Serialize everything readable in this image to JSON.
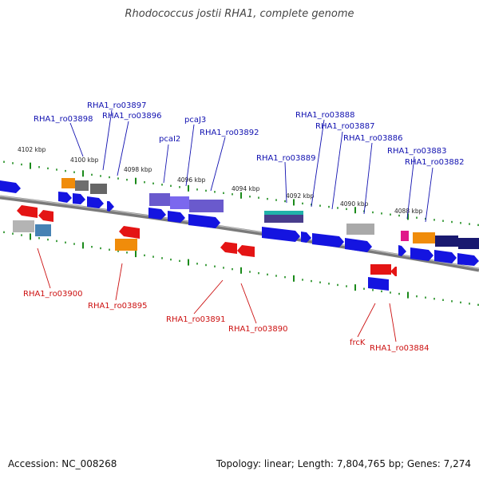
{
  "title": "Rhodococcus jostii RHA1, complete genome",
  "footer": {
    "accession": "Accession: NC_008268",
    "stats": "Topology: linear; Length: 7,804,765 bp; Genes: 7,274"
  },
  "colors": {
    "forward_label": "#1010b0",
    "reverse_label": "#cc1010",
    "tick": "#1a8a1a",
    "backbone": "#7a7a7a"
  },
  "scale_labels": [
    "4102 kbp",
    "4100 kbp",
    "4098 kbp",
    "4096 kbp",
    "4094 kbp",
    "4092 kbp",
    "4090 kbp",
    "4088 kbp"
  ],
  "forward_labels": [
    "RHA1_ro03898",
    "RHA1_ro03897",
    "RHA1_ro03896",
    "pcaI2",
    "pcaJ3",
    "RHA1_ro03892",
    "RHA1_ro03889",
    "RHA1_ro03888",
    "RHA1_ro03887",
    "RHA1_ro03886",
    "RHA1_ro03883",
    "RHA1_ro03882"
  ],
  "reverse_labels": [
    "RHA1_ro03900",
    "RHA1_ro03895",
    "RHA1_ro03891",
    "RHA1_ro03890",
    "frcK",
    "RHA1_ro03884"
  ]
}
